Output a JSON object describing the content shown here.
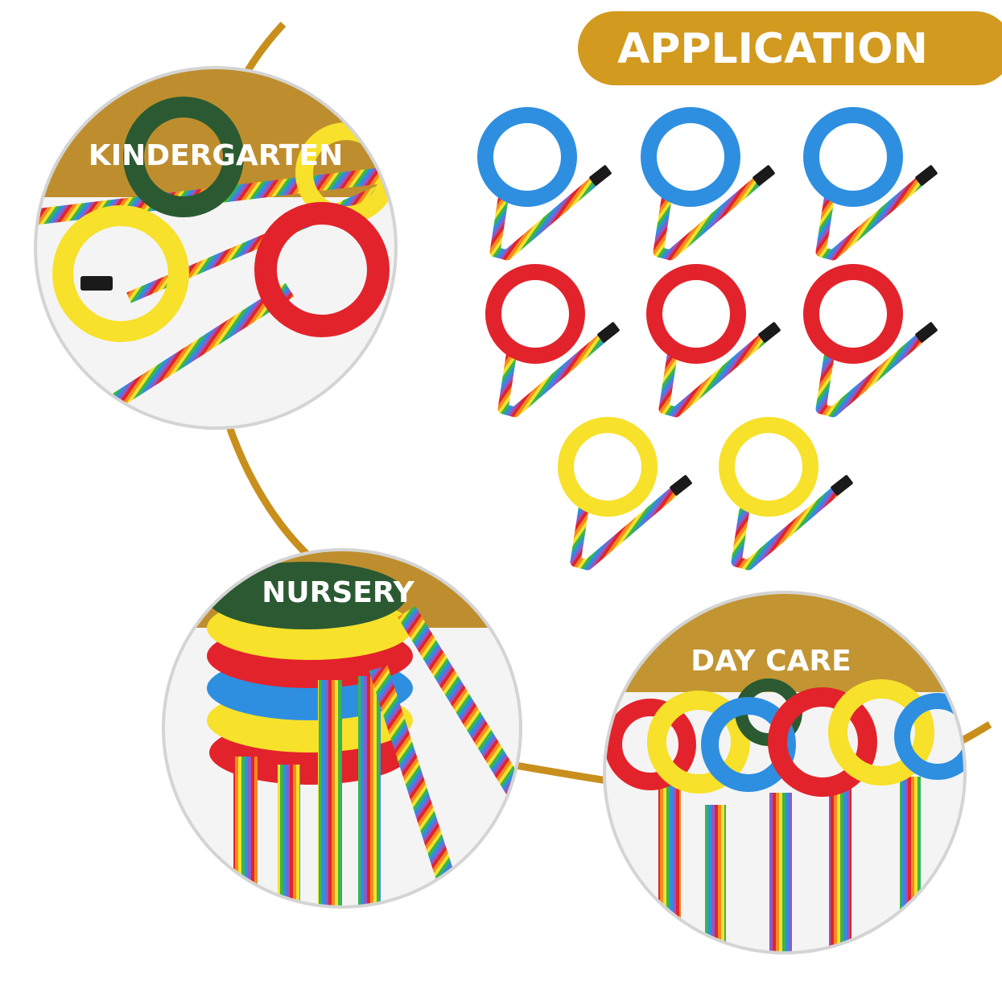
{
  "banner": {
    "title": "APPLICATION"
  },
  "scenes": [
    {
      "label": "KINDERGARTEN"
    },
    {
      "label": "NURSERY"
    },
    {
      "label": "DAY CARE"
    }
  ],
  "colors": {
    "gold": "#D29A1E",
    "gold_dark": "#B98A2C",
    "blue": "#2E8FE0",
    "red": "#E3232B",
    "yellow": "#F7E12A",
    "green": "#2B5A32",
    "circle_border": "#D4D4D4"
  },
  "product_rings": [
    {
      "color": "blue"
    },
    {
      "color": "blue"
    },
    {
      "color": "blue"
    },
    {
      "color": "red"
    },
    {
      "color": "red"
    },
    {
      "color": "red"
    },
    {
      "color": "yellow"
    },
    {
      "color": "yellow"
    }
  ]
}
